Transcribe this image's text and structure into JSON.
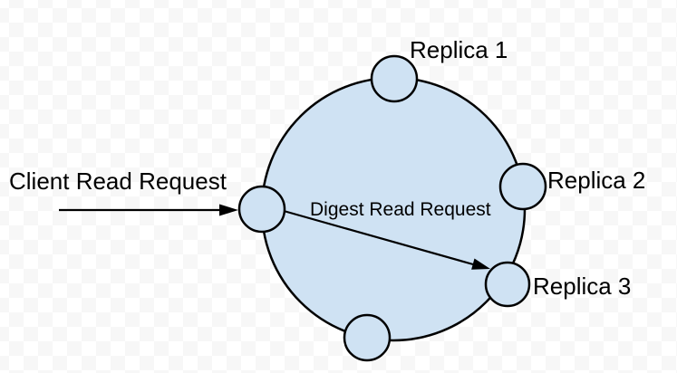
{
  "labels": {
    "client_read_request": "Client Read Request",
    "digest_read_request": "Digest Read Request",
    "replica_1": "Replica 1",
    "replica_2": "Replica 2",
    "replica_3": "Replica 3"
  },
  "colors": {
    "node_fill": "#cfe2f3",
    "outline": "#000000",
    "checker_light": "#ffffff",
    "checker_dark": "#f7f7f7",
    "text": "#000000"
  }
}
